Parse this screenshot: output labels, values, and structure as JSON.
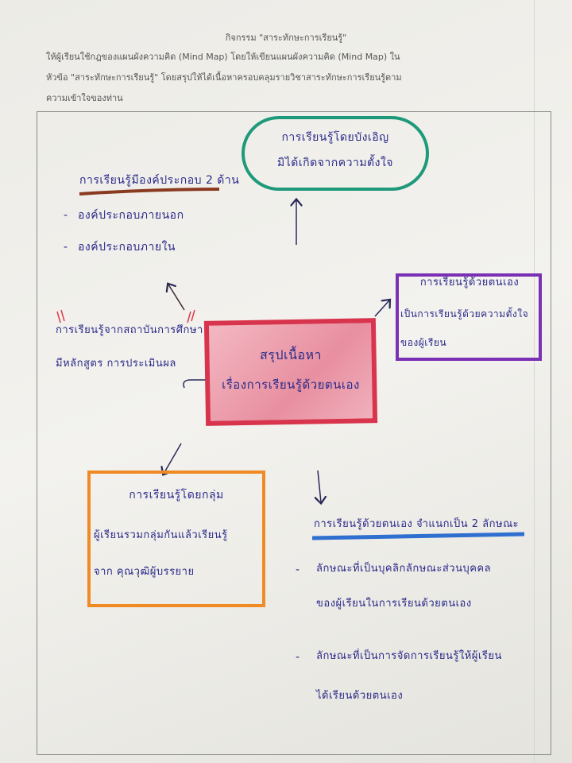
{
  "header": {
    "title": "กิจกรรม \"สาระทักษะการเรียนรู้\"",
    "instruction_line1": "ให้ผู้เรียนใช้กฎของแผนผังความคิด (Mind Map) โดยให้เขียนแผนผังความคิด (Mind Map) ใน",
    "instruction_line2": "หัวข้อ \"สาระทักษะการเรียนรู้\" โดยสรุปให้ได้เนื้อหาครอบคลุมรายวิชาสาระทักษะการเรียนรู้ตาม",
    "instruction_line3": "ความเข้าใจของท่าน"
  },
  "mindmap": {
    "center": {
      "line1": "สรุปเนื้อหา",
      "line2": "เรื่องการเรียนรู้ด้วยตนเอง"
    },
    "top_oval": {
      "line1": "การเรียนรู้โดยบังเอิญ",
      "line2": "มิได้เกิดจากความตั้งใจ"
    },
    "components": {
      "heading": "การเรียนรู้มีองค์ประกอบ 2 ด้าน",
      "items": [
        "องค์ประกอบภายนอก",
        "องค์ประกอบภายใน"
      ]
    },
    "institution": {
      "line1": "การเรียนรู้จากสถาบันการศึกษา",
      "line2": "มีหลักสูตร การประเมินผล"
    },
    "self_box": {
      "line1": "การเรียนรู้ด้วยตนเอง",
      "line2": "เป็นการเรียนรู้ด้วยความตั้งใจ",
      "line3": "ของผู้เรียน"
    },
    "group_box": {
      "line1": "การเรียนรู้โดยกลุ่ม",
      "line2": "ผู้เรียนรวมกลุ่มกันแล้วเรียนรู้",
      "line3": "จาก คุณวุฒิผู้บรรยาย"
    },
    "types": {
      "heading": "การเรียนรู้ด้วยตนเอง จำแนกเป็น 2 ลักษณะ",
      "item1_line1": "ลักษณะที่เป็นบุคลิกลักษณะส่วนบุคคล",
      "item1_line2": "ของผู้เรียนในการเรียนด้วยตนเอง",
      "item2_line1": "ลักษณะที่เป็นการจัดการเรียนรู้ให้ผู้เรียน",
      "item2_line2": "ได้เรียนด้วยตนเอง",
      "bullet": "-"
    }
  },
  "colors": {
    "ink": "#2a2a8a",
    "red": "#d8344e",
    "teal": "#1e9a7a",
    "purple": "#7a2fb5",
    "orange": "#f08a24",
    "blue": "#2f6fd0",
    "brown": "#8a3a20"
  }
}
